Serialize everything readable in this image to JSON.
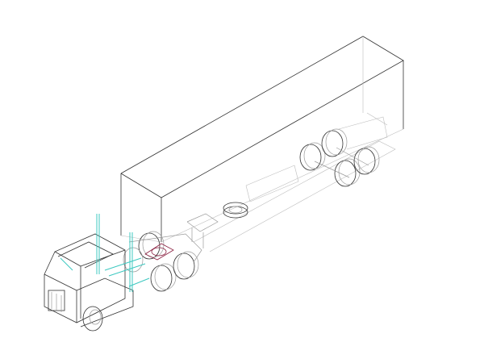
{
  "drawing": {
    "subject": "semi-truck-wireframe",
    "colors": {
      "background": "#ffffff",
      "outline": "#333333",
      "chassis": "#9a9a9a",
      "exhaust": "#3cc8c0",
      "fifth_wheel": "#8a2040"
    },
    "parts": [
      "trailer-box",
      "trailer-chassis",
      "trailer-rear-axles",
      "spare-tire",
      "landing-gear",
      "cab",
      "tractor-rear-axles",
      "front-wheel",
      "exhaust-stacks",
      "fifth-wheel"
    ]
  }
}
